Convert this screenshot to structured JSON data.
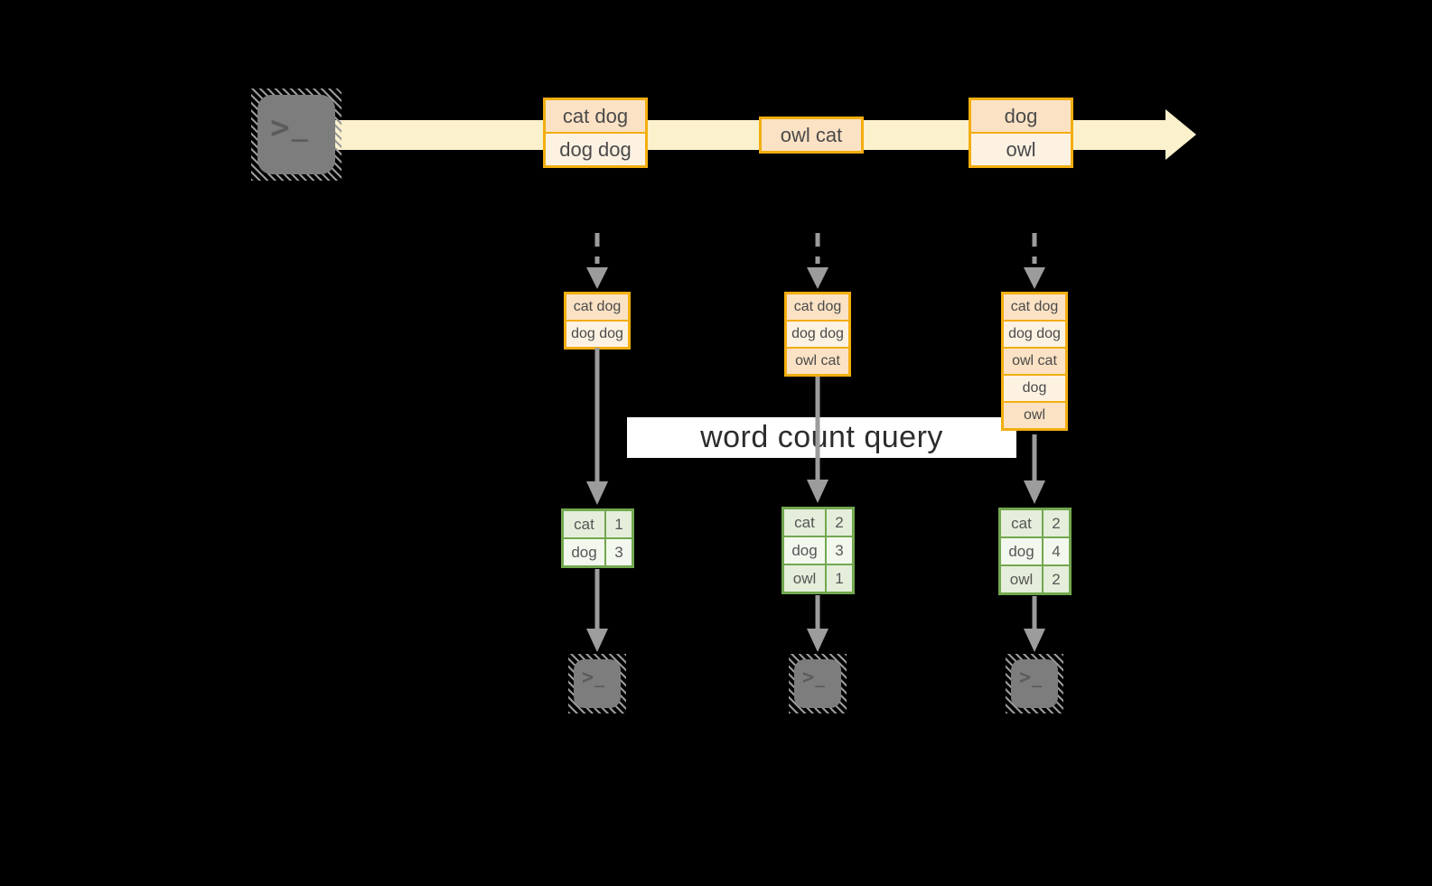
{
  "banner": {
    "label": "word count query"
  },
  "stream": {
    "batches": [
      {
        "rows": [
          "cat dog",
          "dog dog"
        ]
      },
      {
        "rows": [
          "owl cat"
        ]
      },
      {
        "rows": [
          "dog",
          "owl"
        ]
      }
    ]
  },
  "columns": [
    {
      "state_rows": [
        "cat dog",
        "dog dog"
      ],
      "counts": {
        "rows": [
          {
            "word": "cat",
            "count": "1"
          },
          {
            "word": "dog",
            "count": "3"
          }
        ]
      }
    },
    {
      "state_rows": [
        "cat dog",
        "dog dog",
        "owl cat"
      ],
      "counts": {
        "rows": [
          {
            "word": "cat",
            "count": "2"
          },
          {
            "word": "dog",
            "count": "3"
          },
          {
            "word": "owl",
            "count": "1"
          }
        ]
      }
    },
    {
      "state_rows": [
        "cat dog",
        "dog dog",
        "owl cat",
        "dog",
        "owl"
      ],
      "counts": {
        "rows": [
          {
            "word": "cat",
            "count": "2"
          },
          {
            "word": "dog",
            "count": "4"
          },
          {
            "word": "owl",
            "count": "2"
          }
        ]
      }
    }
  ],
  "icons": {
    "prompt_gt": ">",
    "prompt_underscore": "_"
  },
  "colors": {
    "background": "#000000",
    "stream_band": "#fcf1cd",
    "accent_orange_border": "#f2ae10",
    "fill_peach": "#fbe2c4",
    "fill_cream": "#fdf2e2",
    "green_border": "#72a84f",
    "green_cell": "#e4eeda",
    "green_cell_light": "#f3f8ef",
    "arrow_gray": "#9c9c9c",
    "terminal_gray": "#7d7d7d",
    "banner_bg": "#ffffff"
  }
}
